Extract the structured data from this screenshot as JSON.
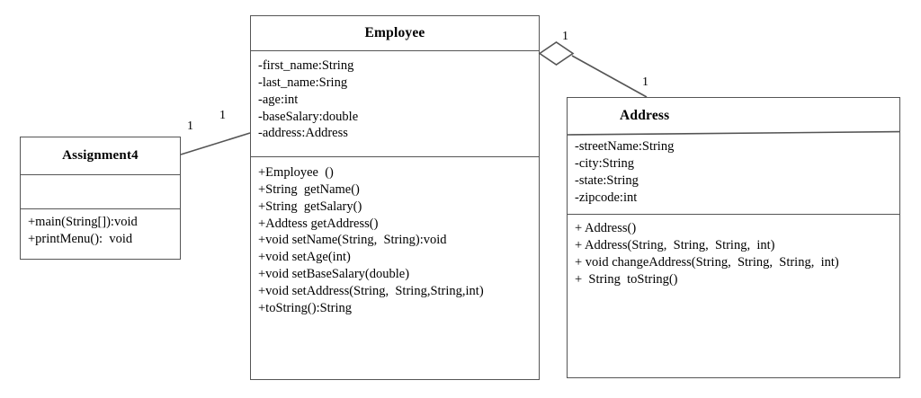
{
  "diagram": {
    "title": "UML Class Diagram",
    "type": "uml-class-diagram",
    "stroke_color": "#555555",
    "text_color": "#000000",
    "background_color": "#ffffff"
  },
  "classes": {
    "assignment4": {
      "name": "Assignment4",
      "attributes": [],
      "operations": [
        "+main(String[]):void",
        "+printMenu():  void"
      ]
    },
    "employee": {
      "name": "Employee",
      "attributes": [
        "-first_name:String",
        "-last_name:Sring",
        "-age:int",
        "-baseSalary:double",
        "-address:Address"
      ],
      "operations": [
        "+Employee  ()",
        "+String  getName()",
        "+String  getSalary()",
        "+Addtess getAddress()",
        "+void setName(String,  String):void",
        "+void setAge(int)",
        "+void setBaseSalary(double)",
        "+void setAddress(String,  String,String,int)",
        "+toString():String"
      ]
    },
    "address": {
      "name": "Address",
      "attributes": [
        "-streetName:String",
        "-city:String",
        "-state:String",
        "-zipcode:int"
      ],
      "operations": [
        "+ Address()",
        "+ Address(String,  String,  String,  int)",
        "+ void changeAddress(String,  String,  String,  int)",
        "+  String  toString()"
      ]
    }
  },
  "associations": [
    {
      "id": "assignment4-employee",
      "from": "assignment4",
      "to": "employee",
      "kind": "association",
      "multiplicity_from": "1",
      "multiplicity_to": "1"
    },
    {
      "id": "employee-address",
      "from": "employee",
      "to": "address",
      "kind": "aggregation",
      "multiplicity_from": "1",
      "multiplicity_to": "1"
    }
  ]
}
